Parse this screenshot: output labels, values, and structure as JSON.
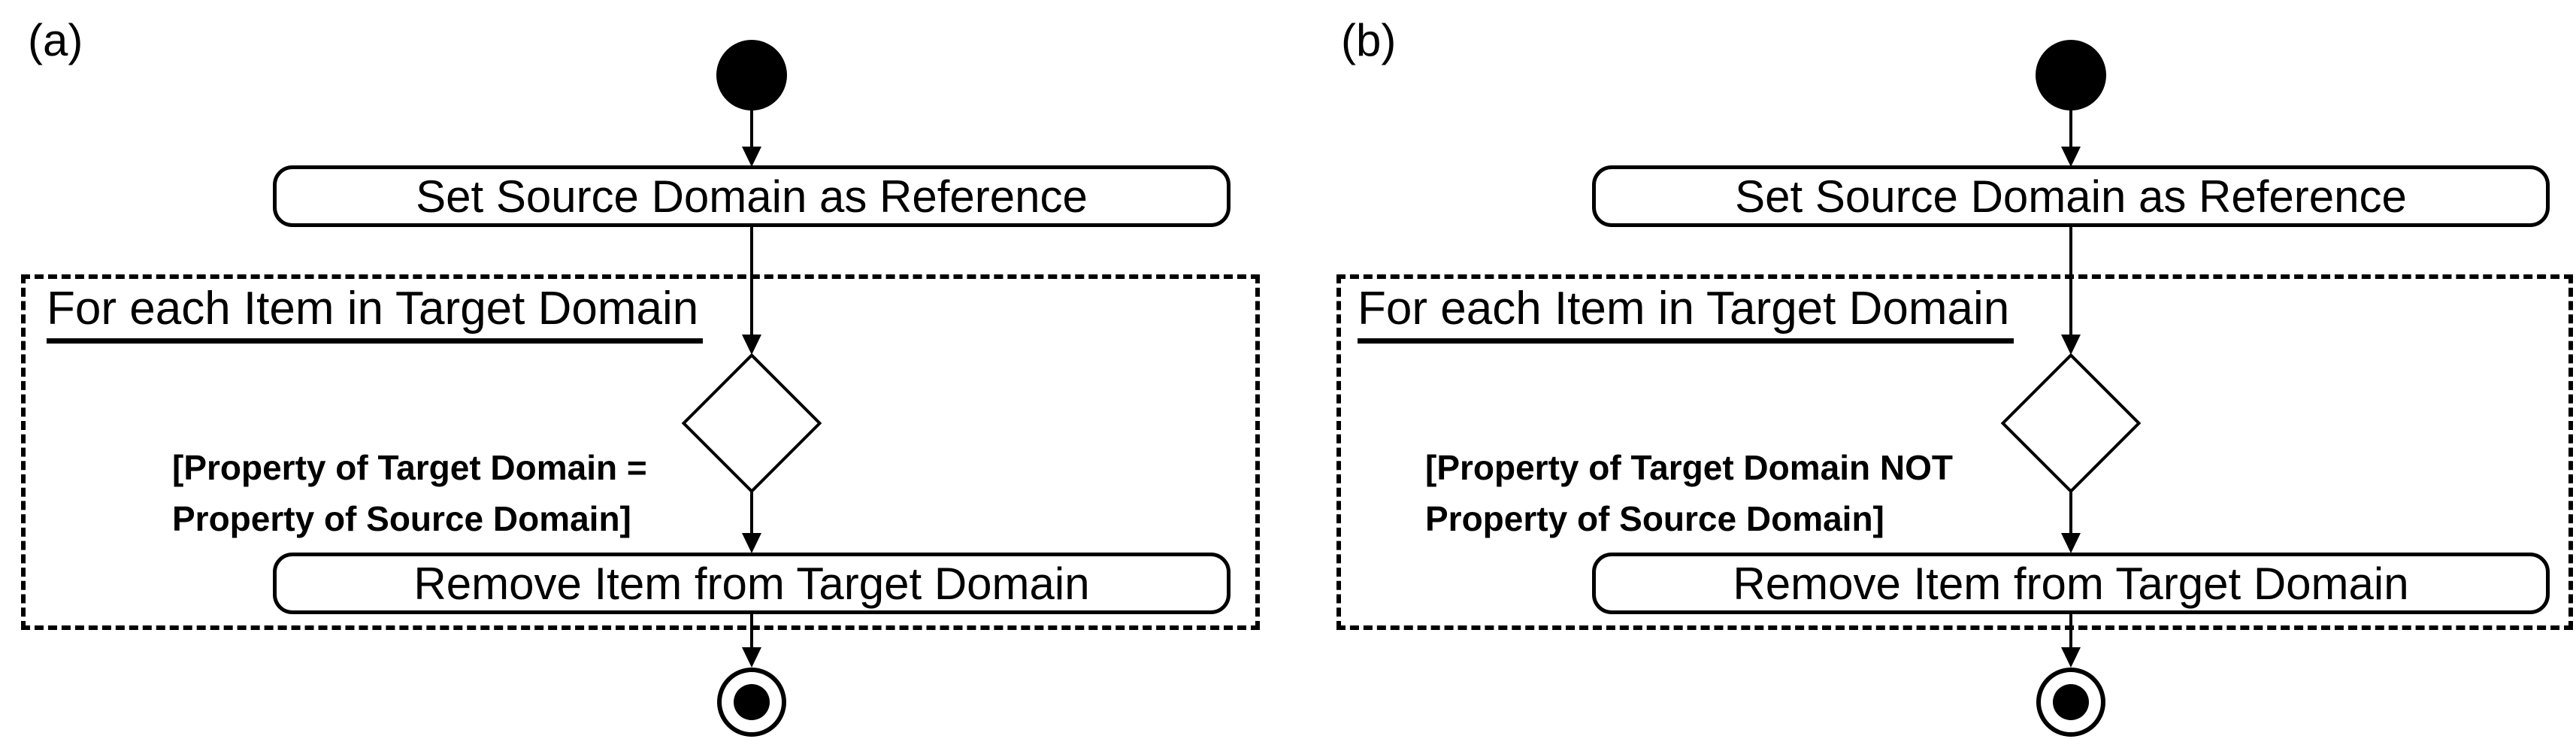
{
  "figure": {
    "background_color": "#ffffff",
    "ink_color": "#000000",
    "icons": {
      "initial_node": "filled-circle",
      "decision_node": "diamond-outline",
      "final_node": "bullseye-circle",
      "control_flow": "down-arrow"
    },
    "diagrams": [
      {
        "label": "(a)",
        "action1": "Set Source Domain as Reference",
        "loop_title": "For each Item in Target Domain",
        "guard_line1": "[Property of Target Domain =",
        "guard_line2": "Property of Source Domain]",
        "action2": "Remove Item from Target Domain"
      },
      {
        "label": "(b)",
        "action1": "Set Source Domain as Reference",
        "loop_title": "For each Item in Target Domain",
        "guard_line1": "[Property of Target Domain NOT",
        "guard_line2": "Property of Source Domain]",
        "action2": "Remove Item from Target Domain"
      }
    ]
  }
}
